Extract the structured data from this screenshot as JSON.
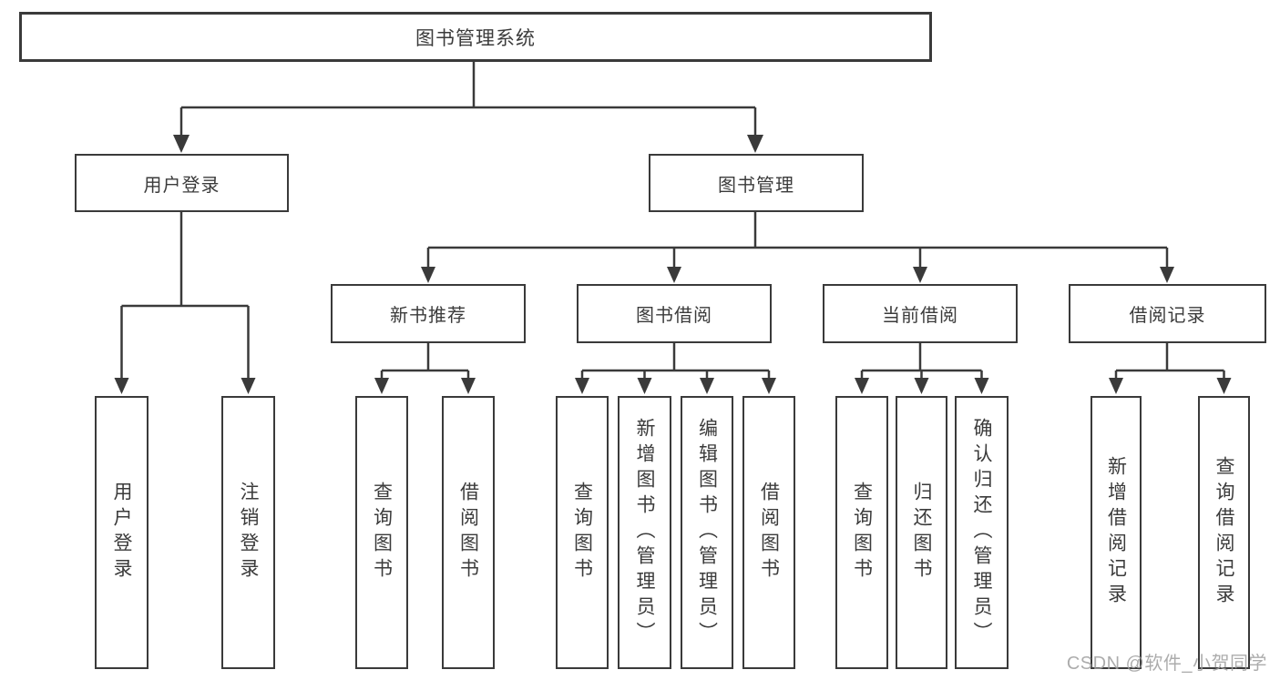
{
  "colors": {
    "line": "#3a3a3a",
    "text": "#3b3b3b",
    "background": "#ffffff",
    "watermark": "#9e9e9e"
  },
  "watermark": "CSDN @软件_小贺同学",
  "tree": {
    "label": "图书管理系统",
    "children": [
      {
        "label": "用户登录",
        "children": [
          {
            "label": "用户登录"
          },
          {
            "label": "注销登录"
          }
        ]
      },
      {
        "label": "图书管理",
        "children": [
          {
            "label": "新书推荐",
            "children": [
              {
                "label": "查询图书"
              },
              {
                "label": "借阅图书"
              }
            ]
          },
          {
            "label": "图书借阅",
            "children": [
              {
                "label": "查询图书"
              },
              {
                "label": "新增图书（管理员）"
              },
              {
                "label": "编辑图书（管理员）"
              },
              {
                "label": "借阅图书"
              }
            ]
          },
          {
            "label": "当前借阅",
            "children": [
              {
                "label": "查询图书"
              },
              {
                "label": "归还图书"
              },
              {
                "label": "确认归还（管理员）"
              }
            ]
          },
          {
            "label": "借阅记录",
            "children": [
              {
                "label": "新增借阅记录"
              },
              {
                "label": "查询借阅记录"
              }
            ]
          }
        ]
      }
    ]
  }
}
